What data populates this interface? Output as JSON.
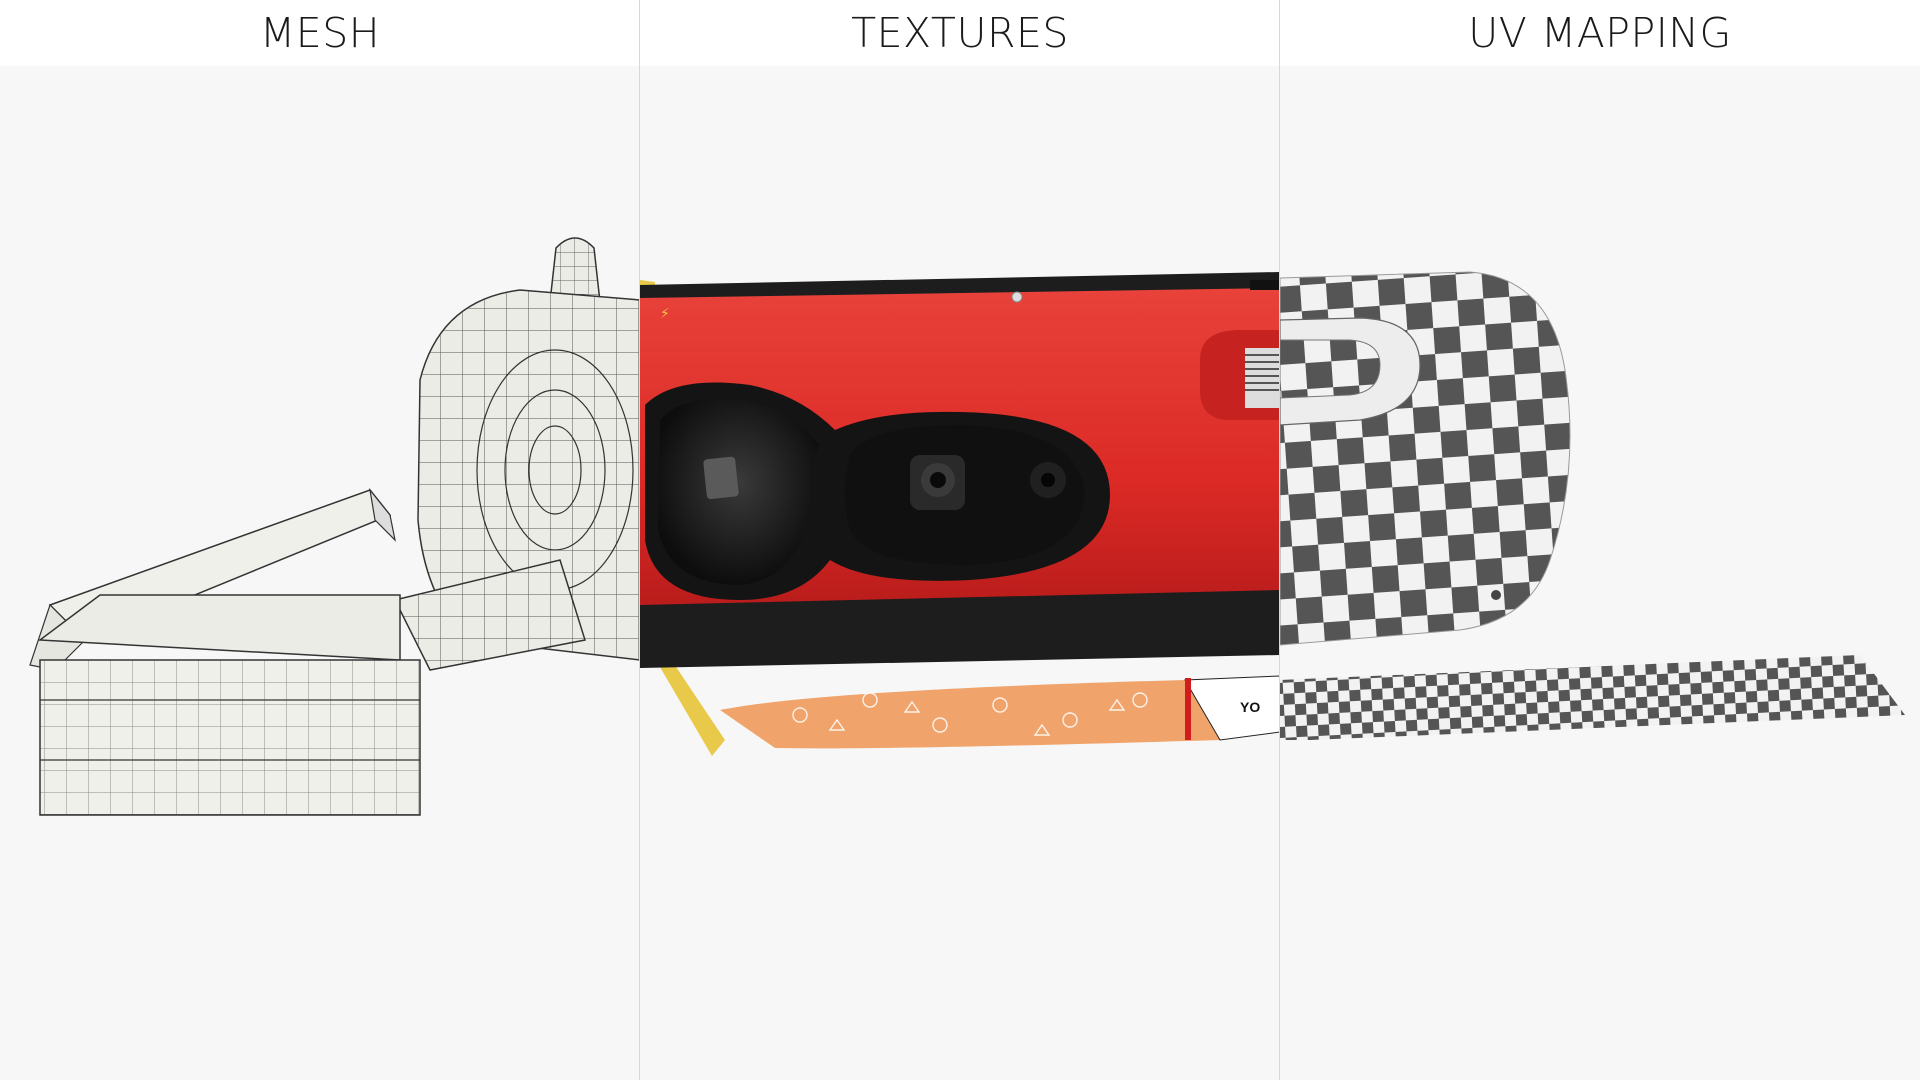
{
  "panels": {
    "mesh": {
      "title": "MESH"
    },
    "textures": {
      "title": "TEXTURES",
      "film_label": "YO"
    },
    "uv": {
      "title": "UV MAPPING"
    }
  },
  "colors": {
    "background": "#f7f7f7",
    "camera_red": "#e12a27",
    "camera_black": "#1d1d1d",
    "film_orange": "#f0a46b",
    "checker_dark": "#555555",
    "checker_light": "#f2f2f2",
    "wire": "#3a3a3a"
  }
}
